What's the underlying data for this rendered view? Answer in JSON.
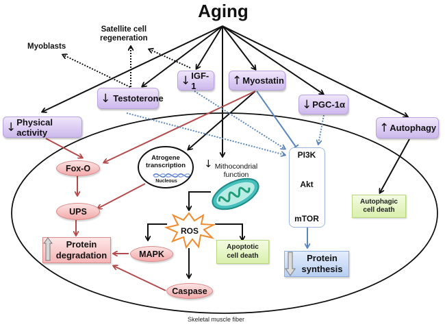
{
  "title": "Aging",
  "upstream": {
    "myoblasts": "Myoblasts",
    "satellite_cell_regeneration": [
      "Satellite cell",
      "regeneration"
    ]
  },
  "factors": [
    {
      "id": "physical-activity",
      "label": "Physical activity",
      "direction": "↓"
    },
    {
      "id": "testoterone",
      "label": "Testoterone",
      "direction": "↓"
    },
    {
      "id": "igf-1",
      "label": "IGF-1",
      "direction": "↓"
    },
    {
      "id": "myostatin",
      "label": "Myostatin",
      "direction": "↑"
    },
    {
      "id": "pgc-1a",
      "label": "PGC-1α",
      "direction": "↓"
    },
    {
      "id": "autophagy",
      "label": "Autophagy",
      "direction": "↑"
    }
  ],
  "nucleus": {
    "line1": "Atrogene",
    "line2": "transcription",
    "caption": "Nucleous"
  },
  "mitochondria": {
    "direction": "↓",
    "line1": "Mithocondrial",
    "line2": "function"
  },
  "nodes": {
    "fox_o": "Fox-O",
    "ups": "UPS",
    "ros": "ROS",
    "mapk": "MAPK",
    "caspase": "Caspase",
    "protein_degradation": [
      "Protein",
      "degradation"
    ],
    "apoptotic_cell_death": [
      "Apoptotic",
      "cell death"
    ],
    "autophagic_cell_death": [
      "Autophagic",
      "cell death"
    ],
    "protein_synthesis": [
      "Protein",
      "synthesis"
    ]
  },
  "pathway": [
    "PI3K",
    "Akt",
    "mTOR"
  ],
  "fiber_label": "Skeletal muscle fiber",
  "colors": {
    "black_arrow": "#111111",
    "red_arrow": "#b5494a",
    "blue_arrow": "#5a86bd",
    "dotted_blue": "#5a86bd",
    "ros_burst": "#f08a2c"
  }
}
